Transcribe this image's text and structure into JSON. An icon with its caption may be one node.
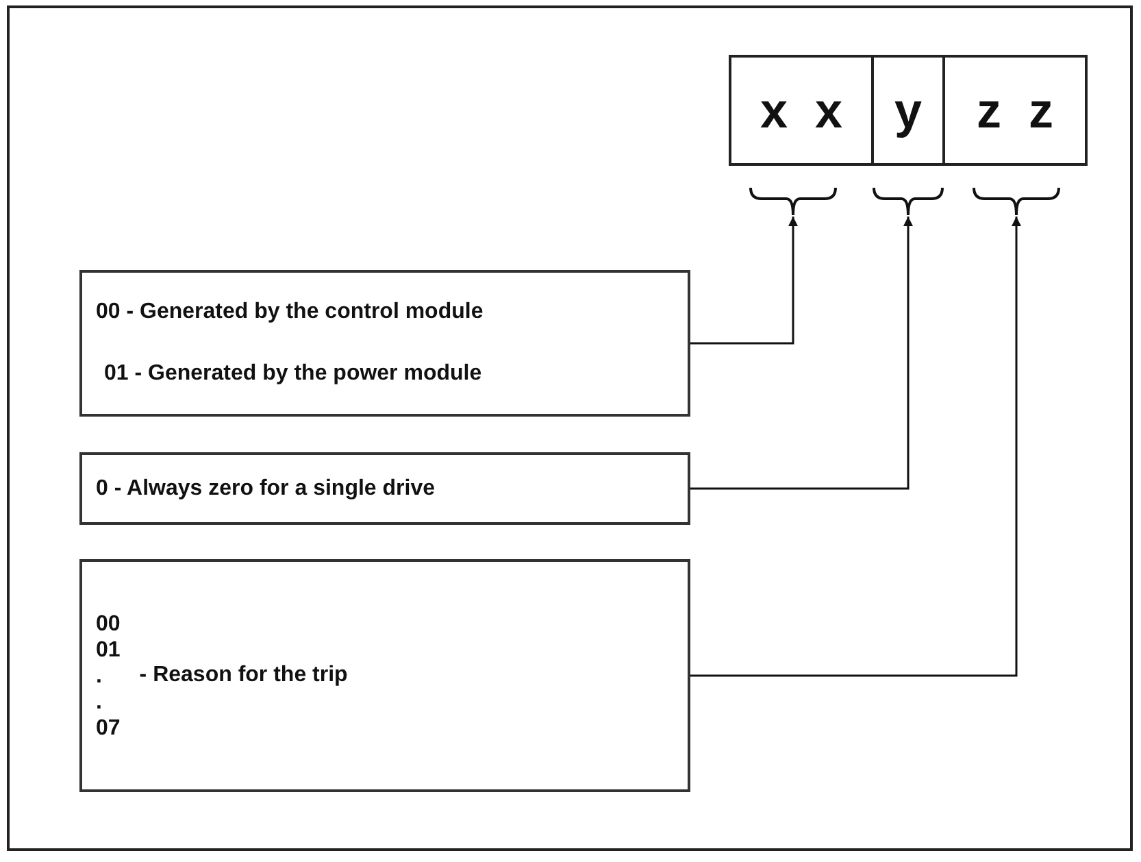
{
  "diagram": {
    "nodes": [
      {
        "text": [
          "x x"
        ]
      },
      {
        "text": [
          "y"
        ]
      },
      {
        "text": [
          "z z"
        ]
      },
      {
        "text": [],
        "shape": "brace"
      },
      {
        "text": [],
        "shape": "brace"
      },
      {
        "text": [],
        "shape": "brace"
      },
      {
        "text": [
          "00 - Generated by the control module",
          "01 - Generated by the power module"
        ]
      },
      {
        "text": [
          "0 - Always zero for a single drive"
        ]
      },
      {
        "text": [
          "00",
          "01",
          ".",
          ".",
          "07",
          "- Reason for the trip"
        ]
      }
    ],
    "edges": [
      {
        "from": 6,
        "to": 3,
        "arrow": "to"
      },
      {
        "from": 7,
        "to": 4,
        "arrow": "to"
      },
      {
        "from": 8,
        "to": 5,
        "arrow": "to"
      }
    ]
  }
}
